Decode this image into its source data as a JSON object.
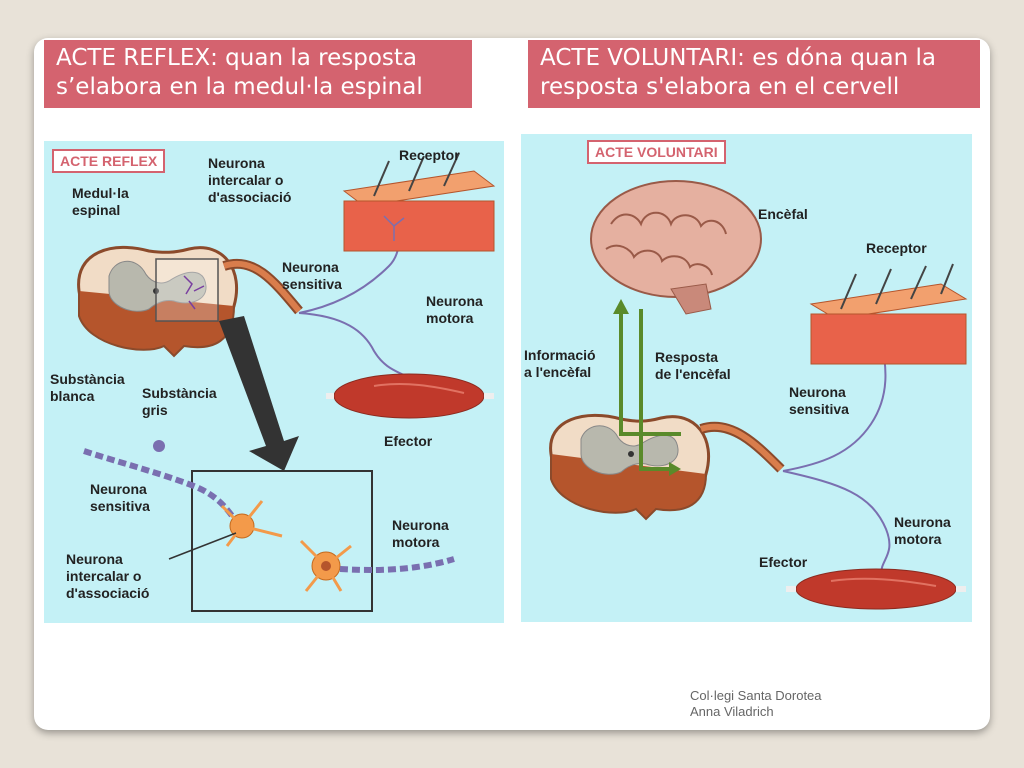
{
  "titles": {
    "reflex": "ACTE REFLEX: quan la resposta s’elabora en la medul·la espinal",
    "voluntary": "ACTE VOLUNTARI: es dóna quan la resposta s'elabora en el cervell"
  },
  "left_panel": {
    "tag": "ACTE REFLEX",
    "labels": {
      "medulla_line1": "Medul·la",
      "medulla_line2": "espinal",
      "interneuron_l1": "Neurona",
      "interneuron_l2": "intercalar o",
      "interneuron_l3": "d'associació",
      "receptor": "Receptor",
      "sensory_l1": "Neurona",
      "sensory_l2": "sensitiva",
      "motor_l1": "Neurona",
      "motor_l2": "motora",
      "white_l1": "Substància",
      "white_l2": "blanca",
      "grey_l1": "Substància",
      "grey_l2": "gris",
      "effector": "Efector",
      "zoom_sensory_l1": "Neurona",
      "zoom_sensory_l2": "sensitiva",
      "zoom_motor_l1": "Neurona",
      "zoom_motor_l2": "motora",
      "zoom_inter_l1": "Neurona",
      "zoom_inter_l2": "intercalar o",
      "zoom_inter_l3": "d'associació"
    }
  },
  "right_panel": {
    "tag": "ACTE VOLUNTARI",
    "labels": {
      "brain": "Encèfal",
      "receptor": "Receptor",
      "info_l1": "Informació",
      "info_l2": "a l'encèfal",
      "resp_l1": "Resposta",
      "resp_l2": "de l'encèfal",
      "sensory_l1": "Neurona",
      "sensory_l2": "sensitiva",
      "motor_l1": "Neurona",
      "motor_l2": "motora",
      "effector": "Efector"
    }
  },
  "footer": {
    "line1": "Col·legi Santa Dorotea",
    "line2": "Anna Viladrich"
  },
  "colors": {
    "title_bg": "#d4636f",
    "panel_bg": "#c4f1f6",
    "muscle": "#c0392b",
    "skin": "#e8624a",
    "nerve": "#7a6fb0",
    "pathway": "#5a8a2a"
  }
}
